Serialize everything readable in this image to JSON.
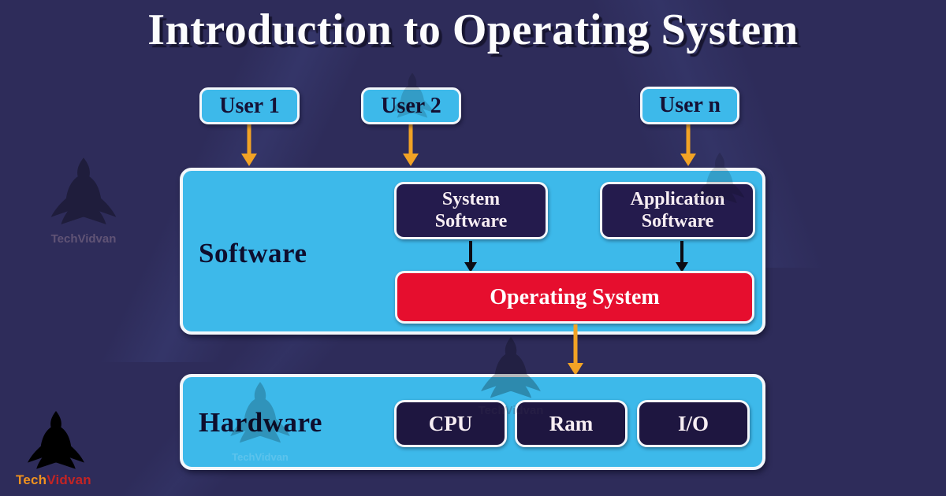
{
  "title": "Introduction to Operating System",
  "users": [
    {
      "label": "User 1"
    },
    {
      "label": "User 2"
    },
    {
      "label": "User n"
    }
  ],
  "software": {
    "label": "Software",
    "system_software_label": "System Software",
    "application_software_label": "Application Software",
    "os_label": "Operating System"
  },
  "hardware": {
    "label": "Hardware",
    "components": [
      {
        "label": "CPU"
      },
      {
        "label": "Ram"
      },
      {
        "label": "I/O"
      }
    ]
  },
  "branding": {
    "logo_text_primary": "Tech",
    "logo_text_secondary": "Vidvan",
    "watermark_text": "TechVidvan"
  },
  "colors": {
    "background": "#2e2c5a",
    "layer_blue": "#3db9ea",
    "box_navy": "#241b4d",
    "os_red": "#e60e2e",
    "arrow_orange": "#f2a325",
    "arrow_black": "#0c0c14",
    "border_white": "#f3f7fb",
    "logo_body_orange": "#f3a93c",
    "logo_robe_red": "#d64a1e"
  }
}
